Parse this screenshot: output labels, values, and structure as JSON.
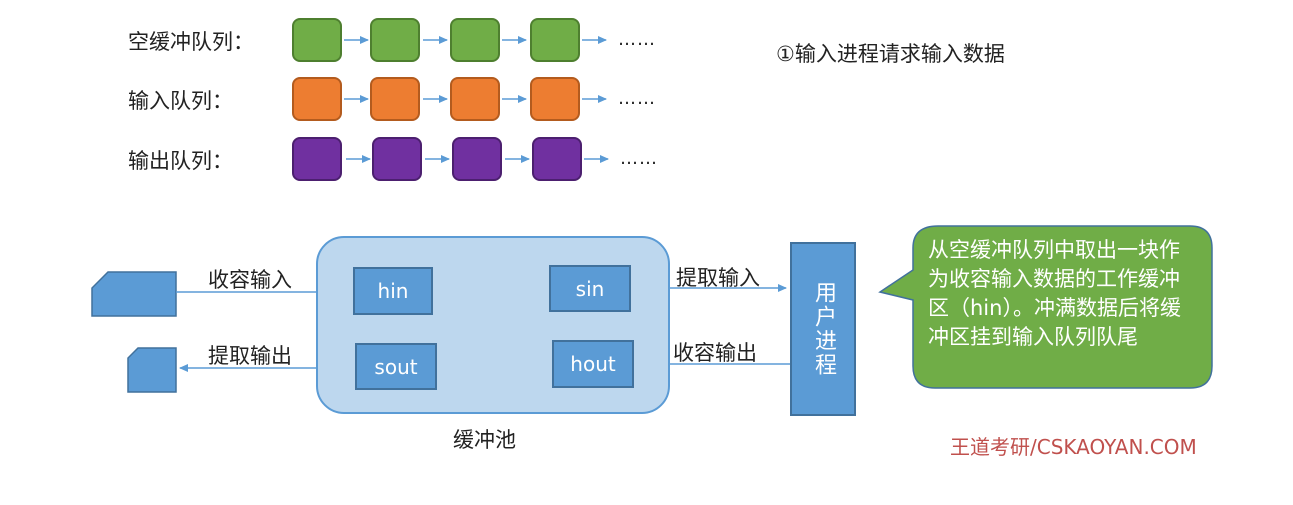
{
  "queues": {
    "empty_label": "空缓冲队列：",
    "input_label": "输入队列：",
    "output_label": "输出队列：",
    "ellipsis": "……",
    "colors": {
      "empty": "#70ad47",
      "input": "#ed7d31",
      "output": "#7030a0"
    }
  },
  "step_text": "①输入进程请求输入数据",
  "pool": {
    "label": "缓冲池",
    "buffers": {
      "hin": "hin",
      "sin": "sin",
      "sout": "sout",
      "hout": "hout"
    }
  },
  "edges": {
    "collect_input": "收容输入",
    "extract_output": "提取输出",
    "extract_input": "提取输入",
    "collect_output": "收容输出"
  },
  "user_process": "用户进程",
  "callout": "从空缓冲队列中取出一块作为收容输入数据的工作缓冲区（hin）。冲满数据后将缓冲区挂到输入队列队尾",
  "brand": "王道考研/CSKAOYAN.COM",
  "colors": {
    "buffer_blue": "#5b9bd5",
    "pool_fill": "#bdd7ee",
    "callout_green": "#70ad47",
    "brand_red": "#c0504d"
  }
}
